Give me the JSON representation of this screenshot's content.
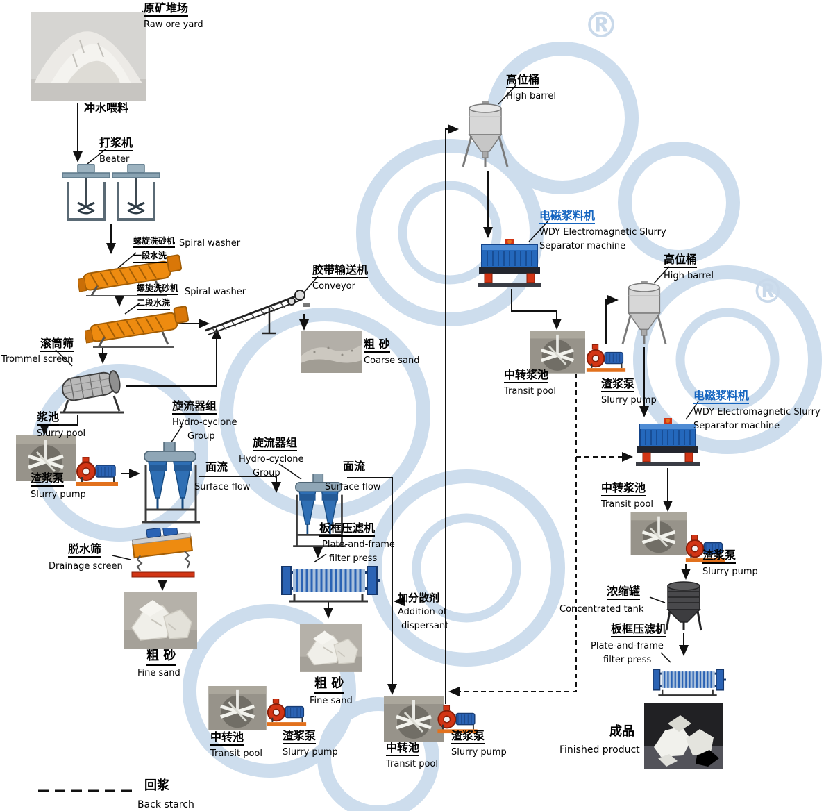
{
  "watermark": {
    "registered": "®"
  },
  "colors": {
    "accent_blue": "#1565c0",
    "machine_orange": "#ee8b10",
    "machine_blue": "#2b63b4",
    "pump_red": "#d23515",
    "watermark_blue": "#cddded"
  },
  "legend": {
    "zh": "回浆",
    "en": "Back starch"
  },
  "labels": {
    "raw_ore": {
      "zh": "原矿堆场",
      "en": "Raw ore yard"
    },
    "flush_feed": {
      "zh": "冲水喂料"
    },
    "beater": {
      "zh": "打浆机",
      "en": "Beater"
    },
    "spiral_washer_1": {
      "zh1": "螺旋洗砂机",
      "zh2": "一段水洗",
      "en": "Spiral washer"
    },
    "spiral_washer_2": {
      "zh1": "螺旋洗砂机",
      "zh2": "二段水洗",
      "en": "Spiral washer"
    },
    "conveyor": {
      "zh": "胶带输送机",
      "en": "Conveyor"
    },
    "coarse_sand": {
      "zh": "粗 砂",
      "en": "Coarse sand"
    },
    "trommel": {
      "zh": "滚筒筛",
      "en": "Trommel screen"
    },
    "slurry_pool": {
      "zh": "浆池",
      "en": "Slurry pool"
    },
    "slurry_pump": {
      "zh": "渣浆泵",
      "en": "Slurry pump"
    },
    "cyclone": {
      "zh": "旋流器组",
      "en1": "Hydro-cyclone",
      "en2": "Group"
    },
    "surface_flow": {
      "zh": "面流",
      "en": "Surface flow"
    },
    "drainage": {
      "zh": "脱水筛",
      "en": "Drainage screen"
    },
    "fine_sand": {
      "zh": "粗 砂",
      "en": "Fine sand"
    },
    "filter_press": {
      "zh": "板框压滤机",
      "en1": "Plate-and-frame",
      "en2": "filter press"
    },
    "dispersant": {
      "zh": "加分散剂",
      "en1": "Addition of",
      "en2": "dispersant"
    },
    "transit_pool": {
      "zh": "中转池",
      "en": "Transit pool"
    },
    "transit_slurry_pool": {
      "zh": "中转浆池",
      "en": "Transit pool"
    },
    "high_barrel": {
      "zh": "高位桶",
      "en": "High barrel"
    },
    "separator": {
      "zh": "电磁浆料机",
      "en1": "WDY Electromagnetic Slurry",
      "en2": "Separator machine"
    },
    "concentrated_tank": {
      "zh": "浓缩罐",
      "en": "Concentrated tank"
    },
    "finished_product": {
      "zh": "成品",
      "en": "Finished product"
    }
  }
}
